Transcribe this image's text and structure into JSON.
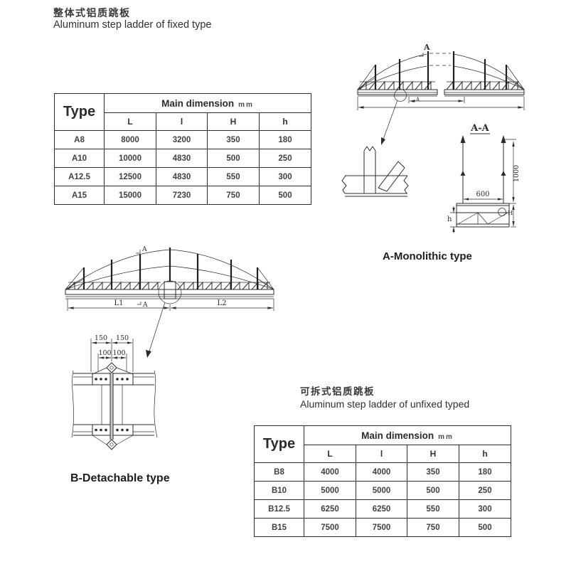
{
  "sections": {
    "fixed": {
      "title_zh": "整体式铝质跳板",
      "title_en": "Aluminum step ladder of fixed type"
    },
    "unfixed": {
      "title_zh": "可拆式铝质跳板",
      "title_en": "Aluminum step ladder of unfixed typed"
    }
  },
  "table_header": {
    "type": "Type",
    "main_dimension": "Main dimension",
    "unit": "mm",
    "columns": [
      "L",
      "l",
      "H",
      "h"
    ]
  },
  "fixed_table": {
    "rows": [
      {
        "type": "A8",
        "L": "8000",
        "l": "3200",
        "H": "350",
        "h": "180"
      },
      {
        "type": "A10",
        "L": "10000",
        "l": "4830",
        "H": "500",
        "h": "250"
      },
      {
        "type": "A12.5",
        "L": "12500",
        "l": "4830",
        "H": "550",
        "h": "300"
      },
      {
        "type": "A15",
        "L": "15000",
        "l": "7230",
        "H": "750",
        "h": "500"
      }
    ]
  },
  "unfixed_table": {
    "rows": [
      {
        "type": "B8",
        "L": "4000",
        "l": "4000",
        "H": "350",
        "h": "180"
      },
      {
        "type": "B10",
        "L": "5000",
        "l": "5000",
        "H": "500",
        "h": "250"
      },
      {
        "type": "B12.5",
        "L": "6250",
        "l": "6250",
        "H": "550",
        "h": "300"
      },
      {
        "type": "B15",
        "L": "7500",
        "l": "7500",
        "H": "750",
        "h": "500"
      }
    ]
  },
  "drawing_labels": {
    "monolithic": "A-Monolithic type",
    "detachable": "B-Detachable type",
    "section_mark": "A",
    "section_view": "A-A",
    "dim_1000": "1000",
    "dim_600": "600",
    "dim_h": "h",
    "dim_H": "H",
    "dim_L1": "L1",
    "dim_L2": "L2",
    "dim_150": "150",
    "dim_100": "100"
  },
  "colors": {
    "line": "#2b2b2b",
    "text": "#3a3a3a"
  }
}
